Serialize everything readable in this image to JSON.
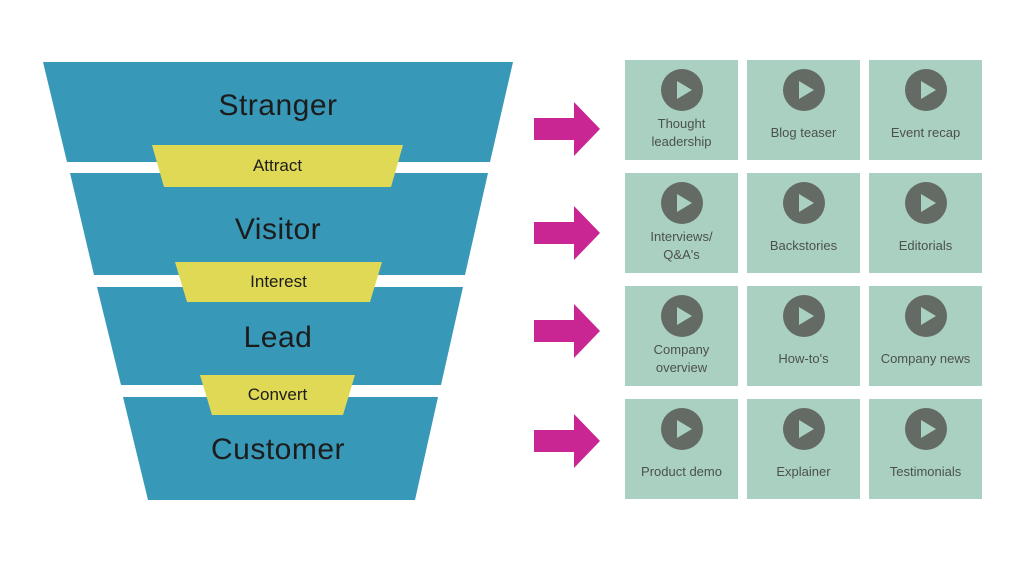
{
  "palette": {
    "funnel_teal": "#3798b8",
    "badge_yellow": "#e0d955",
    "arrow_magenta": "#c92694",
    "card_sage": "#aad0c2",
    "play_gray": "#636b64"
  },
  "funnel": {
    "stages": [
      {
        "label": "Stranger"
      },
      {
        "label": "Visitor"
      },
      {
        "label": "Lead"
      },
      {
        "label": "Customer"
      }
    ],
    "badges": [
      {
        "label": "Attract"
      },
      {
        "label": "Interest"
      },
      {
        "label": "Convert"
      }
    ]
  },
  "cards": [
    {
      "label": "Thought leadership"
    },
    {
      "label": "Blog teaser"
    },
    {
      "label": "Event recap"
    },
    {
      "label": "Interviews/ Q&A's"
    },
    {
      "label": "Backstories"
    },
    {
      "label": "Editorials"
    },
    {
      "label": "Company overview"
    },
    {
      "label": "How-to's"
    },
    {
      "label": "Company news"
    },
    {
      "label": "Product demo"
    },
    {
      "label": "Explainer"
    },
    {
      "label": "Testimonials"
    }
  ]
}
